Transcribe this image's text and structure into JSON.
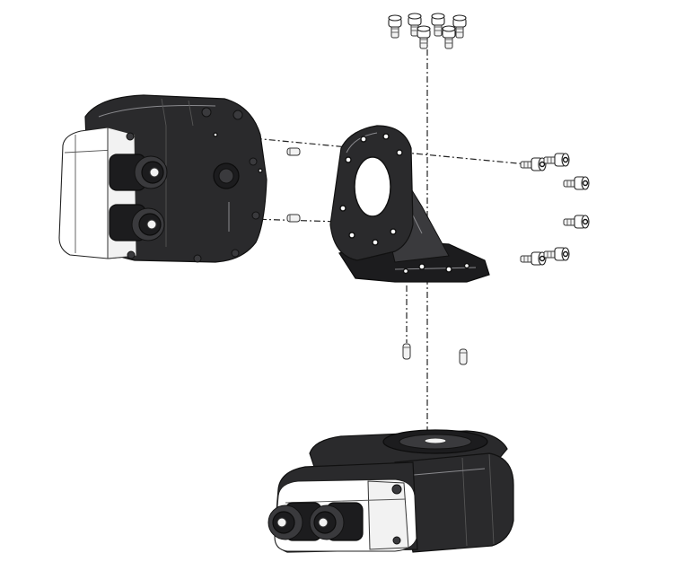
{
  "diagram": {
    "title": "",
    "components": [
      {
        "id": "actuator-top",
        "icon": "rotary-actuator-side-view"
      },
      {
        "id": "mounting-bracket",
        "icon": "angle-bracket"
      },
      {
        "id": "actuator-bottom",
        "icon": "rotary-actuator-top-view"
      },
      {
        "id": "screws-top",
        "icon": "socket-head-cap-screw",
        "count": 6
      },
      {
        "id": "screws-right",
        "icon": "socket-head-cap-screw",
        "count": 6
      },
      {
        "id": "dowel-pins-left",
        "icon": "dowel-pin",
        "count": 2
      },
      {
        "id": "dowel-pins-bottom",
        "icon": "dowel-pin",
        "count": 2
      }
    ],
    "colors": {
      "body": "#2a2a2c",
      "cover": "#ffffff",
      "outline": "#111111",
      "guide": "#222222"
    }
  }
}
